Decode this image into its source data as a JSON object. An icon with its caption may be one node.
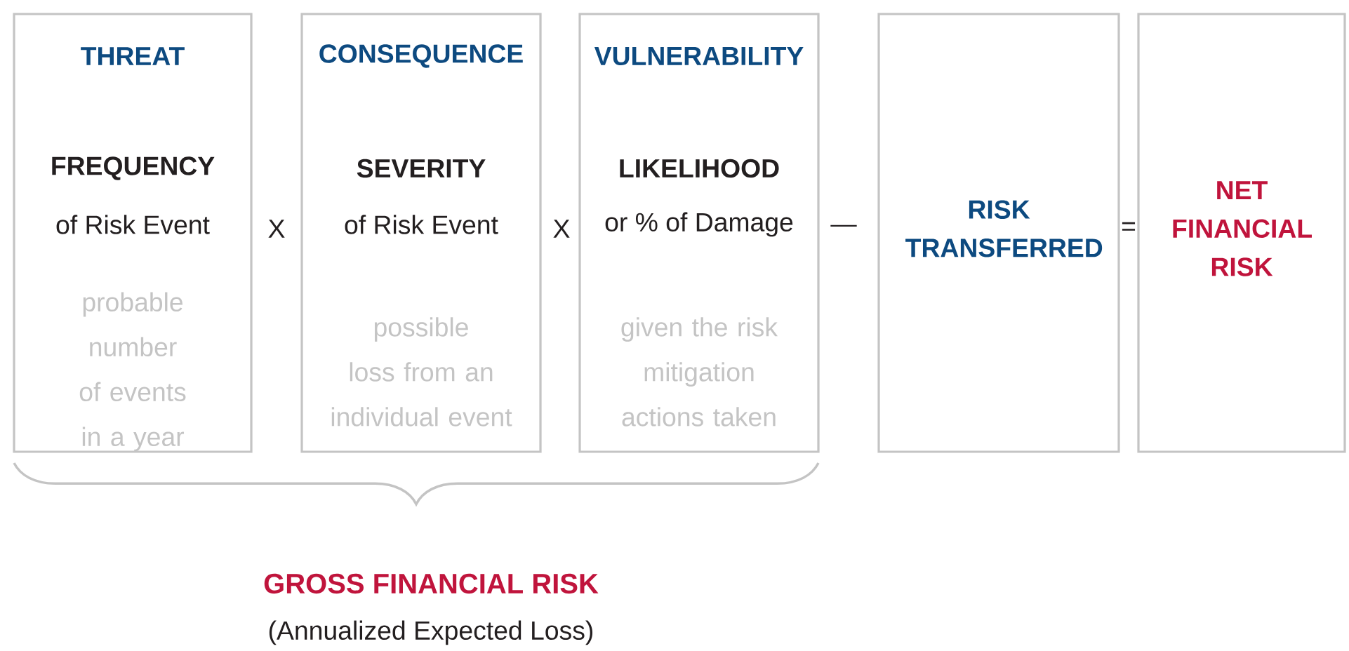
{
  "diagram": {
    "nodes": [
      {
        "text": [
          "THREAT",
          "FREQUENCY",
          "of Risk Event",
          "probable number of events in a year"
        ]
      },
      {
        "text": [
          "CONSEQUENCE",
          "SEVERITY",
          "of Risk Event",
          "possible loss from an individual event"
        ]
      },
      {
        "text": [
          "VULNERABILITY",
          "LIKELIHOOD",
          "or % of Damage",
          "given the risk mitigation actions taken"
        ]
      },
      {
        "text": [
          "RISK TRANSFERRED"
        ]
      },
      {
        "text": [
          "NET FINANCIAL RISK"
        ]
      }
    ],
    "labels": [
      "X",
      "X",
      "—",
      "=",
      "GROSS FINANCIAL RISK",
      "(Annualized Expected Loss)"
    ]
  }
}
